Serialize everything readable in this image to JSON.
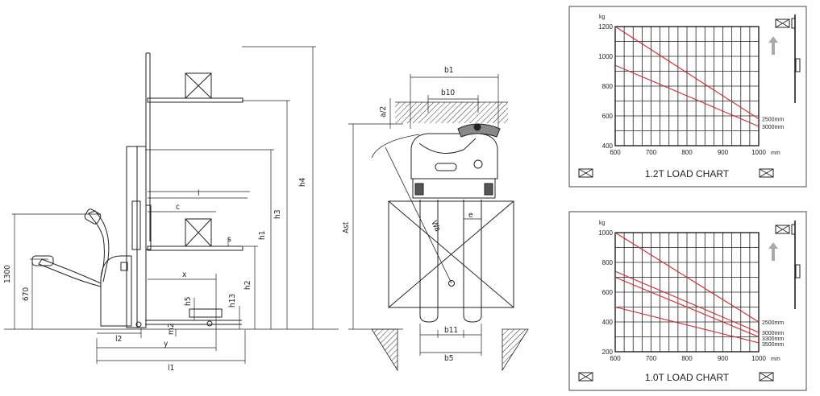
{
  "side_view": {
    "labels": {
      "h4": "h4",
      "h3": "h3",
      "h1": "h1",
      "h2": "h2",
      "h13": "h13",
      "h5": "h5",
      "m2": "m2",
      "l": "l",
      "c": "c",
      "s": "s",
      "x": "x",
      "y": "y",
      "l1": "l1",
      "l2": "l2",
      "d1300": "1300",
      "d670": "670"
    }
  },
  "top_view": {
    "labels": {
      "b1": "b1",
      "b10": "b10",
      "a2": "a/2",
      "ast": "Ast",
      "wa": "Wa",
      "e": "e",
      "b11": "b11",
      "b5": "b5"
    }
  },
  "chart_data": [
    {
      "type": "line",
      "title": "1.2T LOAD CHART",
      "ylabel": "kg",
      "xlabel": "mm",
      "xlim": [
        600,
        1000
      ],
      "ylim": [
        400,
        1200
      ],
      "xticks": [
        600,
        700,
        800,
        900,
        1000
      ],
      "yticks": [
        400,
        600,
        800,
        1000,
        1200
      ],
      "grid": true,
      "series": [
        {
          "name": "2500mm",
          "x": [
            600,
            1000
          ],
          "y": [
            1200,
            580
          ]
        },
        {
          "name": "3000mm",
          "x": [
            600,
            1000
          ],
          "y": [
            940,
            530
          ]
        }
      ]
    },
    {
      "type": "line",
      "title": "1.0T LOAD CHART",
      "ylabel": "kg",
      "xlabel": "mm",
      "xlim": [
        600,
        1000
      ],
      "ylim": [
        200,
        1000
      ],
      "xticks": [
        600,
        700,
        800,
        900,
        1000
      ],
      "yticks": [
        200,
        400,
        600,
        800,
        1000
      ],
      "grid": true,
      "series": [
        {
          "name": "2500mm",
          "x": [
            600,
            1000
          ],
          "y": [
            1000,
            400
          ]
        },
        {
          "name": "3000mm",
          "x": [
            600,
            1000
          ],
          "y": [
            740,
            330
          ]
        },
        {
          "name": "3300mm",
          "x": [
            600,
            1000
          ],
          "y": [
            700,
            300
          ]
        },
        {
          "name": "3500mm",
          "x": [
            600,
            1000
          ],
          "y": [
            500,
            260
          ]
        }
      ]
    }
  ]
}
